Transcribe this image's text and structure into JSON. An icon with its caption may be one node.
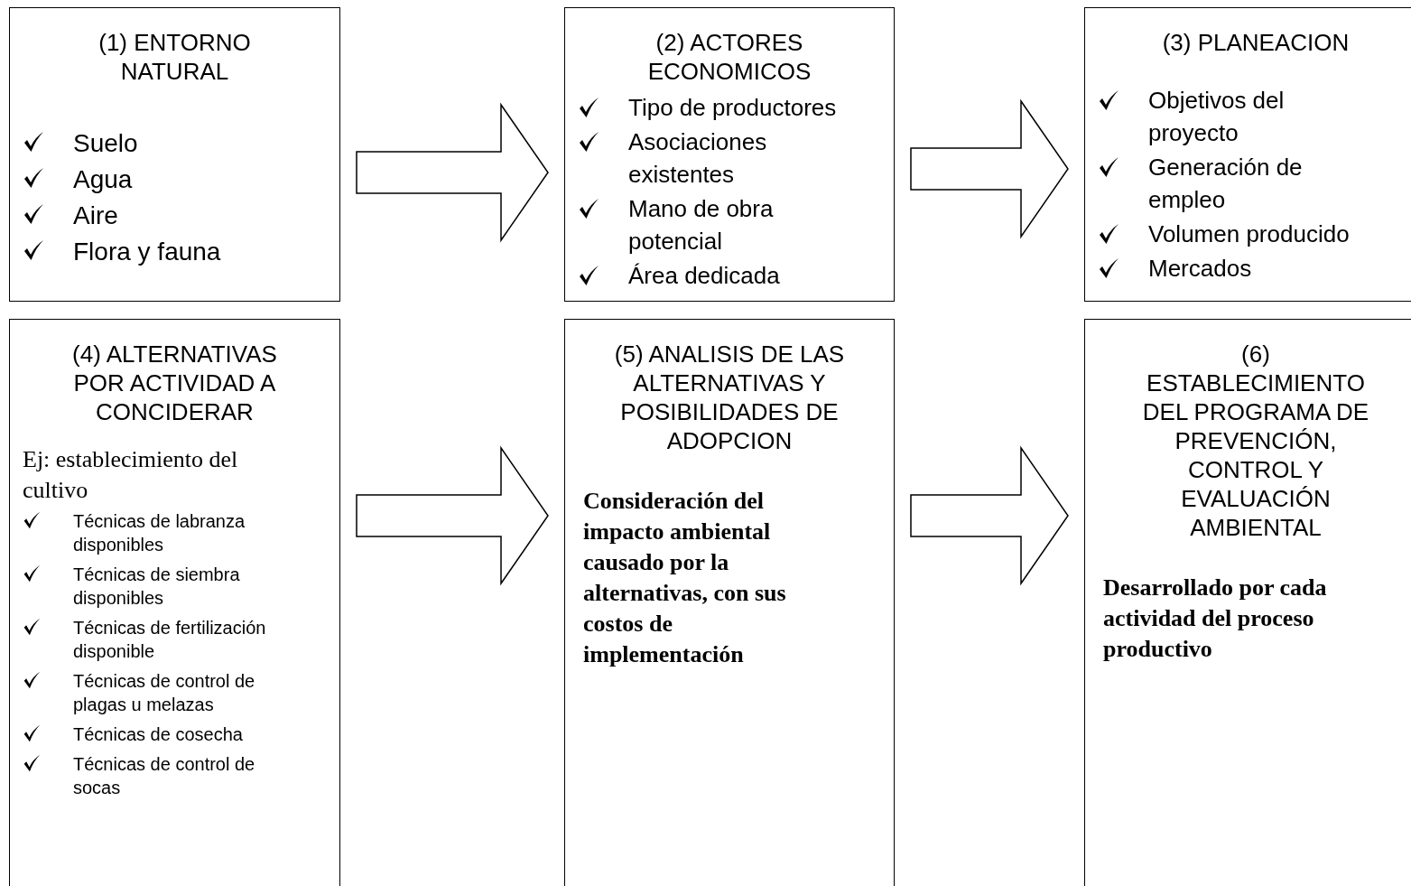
{
  "diagram": {
    "nodes": [
      {
        "text": [
          "(1) ENTORNO NATURAL",
          "Suelo",
          "Agua",
          "Aire",
          "Flora y fauna"
        ]
      },
      {
        "text": [
          "(2) ACTORES ECONOMICOS",
          "Tipo de productores",
          "Asociaciones existentes",
          "Mano de obra potencial",
          "Área dedicada"
        ]
      },
      {
        "text": [
          "(3) PLANEACION",
          "Objetivos del proyecto",
          "Generación de empleo",
          "Volumen producido",
          "Mercados"
        ]
      },
      {
        "text": [
          "(4) ALTERNATIVAS POR ACTIVIDAD A CONCIDERAR",
          "Ej: establecimiento del cultivo",
          "Técnicas de labranza disponibles",
          "Técnicas de siembra disponibles",
          "Técnicas de fertilización disponible",
          "Técnicas de control de plagas u melazas",
          "Técnicas de cosecha",
          "Técnicas de control de socas"
        ]
      },
      {
        "text": [
          "(5) ANALISIS DE LAS ALTERNATIVAS Y POSIBILIDADES DE ADOPCION",
          "Consideración del impacto ambiental causado por la alternativas, con sus costos de implementación"
        ]
      },
      {
        "text": [
          "(6) ESTABLECIMIENTO DEL PROGRAMA DE PREVENCIÓN, CONTROL Y EVALUACIÓN AMBIENTAL",
          "Desarrollado por cada actividad del proceso productivo"
        ]
      }
    ],
    "edges": [
      {
        "from": 0,
        "to": 1,
        "arrow": "to"
      },
      {
        "from": 1,
        "to": 2,
        "arrow": "to"
      },
      {
        "from": 3,
        "to": 4,
        "arrow": "to"
      },
      {
        "from": 4,
        "to": 5,
        "arrow": "to"
      }
    ]
  }
}
